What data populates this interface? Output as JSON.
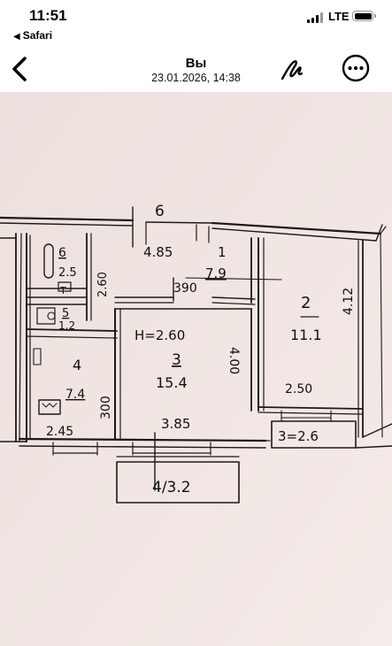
{
  "status_bar": {
    "time": "11:51",
    "back_app": "Safari",
    "network": "LTE",
    "back_arrow_icon": "left-triangle-icon",
    "signal_icon": "signal-bars-icon",
    "battery_icon": "battery-icon"
  },
  "nav": {
    "title": "Вы",
    "subtitle": "23.01.2026, 14:38",
    "back_icon": "chevron-left-icon",
    "edit_icon": "markup-pen-icon",
    "more_icon": "ellipsis-circle-icon"
  },
  "floor_plan": {
    "labels": {
      "top_number": "6",
      "top_width": "4.85",
      "room1_no": "1",
      "room1_area": "7.9",
      "wall_390": "390",
      "room6_no": "6",
      "room6_area": "2.5",
      "dim_260": "2.60",
      "toilet_mark": "Т",
      "room5_no": "5",
      "room5_area": "1.2",
      "height": "H=2.60",
      "room3_no": "3",
      "room3_area": "15.4",
      "dim_400": "4.00",
      "room2_no": "2",
      "room2_area": "11.1",
      "dim_412": "4.12",
      "room4_no": "4",
      "room4_area": "7.4",
      "dim_300": "300",
      "dim_245": "2.45",
      "dim_385": "3.85",
      "dim_250": "2.50",
      "balcony_right": "3=2.6",
      "balcony_bottom": "4/3.2"
    }
  }
}
